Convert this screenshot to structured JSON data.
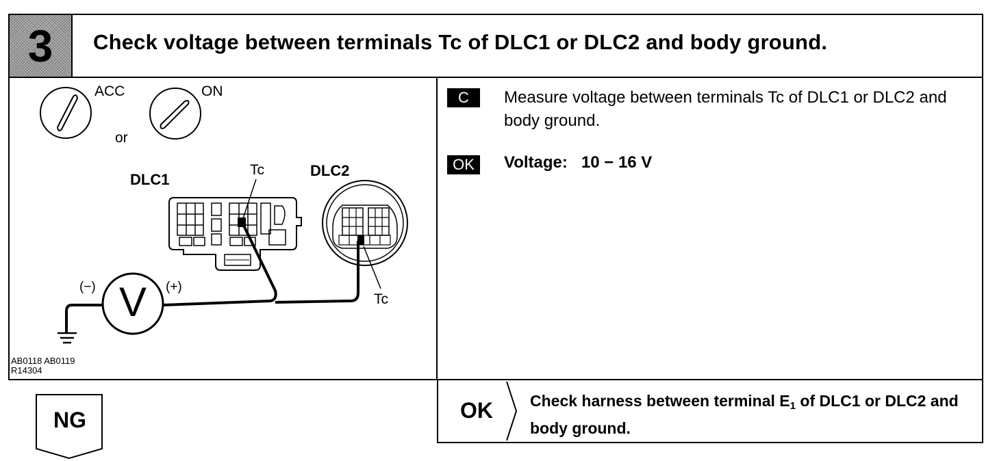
{
  "step": {
    "number": "3",
    "title": "Check voltage between terminals Tc of DLC1 or DLC2 and body ground."
  },
  "diagram": {
    "acc_label": "ACC",
    "on_label": "ON",
    "or_label": "or",
    "dlc1_label": "DLC1",
    "dlc2_label": "DLC2",
    "tc_label_dlc1": "Tc",
    "tc_label_dlc2": "Tc",
    "meter_symbol": "V",
    "minus_label": "(−)",
    "plus_label": "(+)",
    "figure_codes": [
      "AB0118 AB0119",
      "R14304"
    ]
  },
  "instructions": {
    "c_badge": "C",
    "c_text": "Measure voltage between terminals Tc of DLC1 or DLC2 and body ground.",
    "ok_badge": "OK",
    "ok_text": "Voltage:   10 − 16 V"
  },
  "result_ok": {
    "label": "OK",
    "text_before": "Check harness between terminal E",
    "subscript": "1",
    "text_after": " of DLC1 or DLC2 and body ground."
  },
  "result_ng": {
    "label": "NG"
  }
}
